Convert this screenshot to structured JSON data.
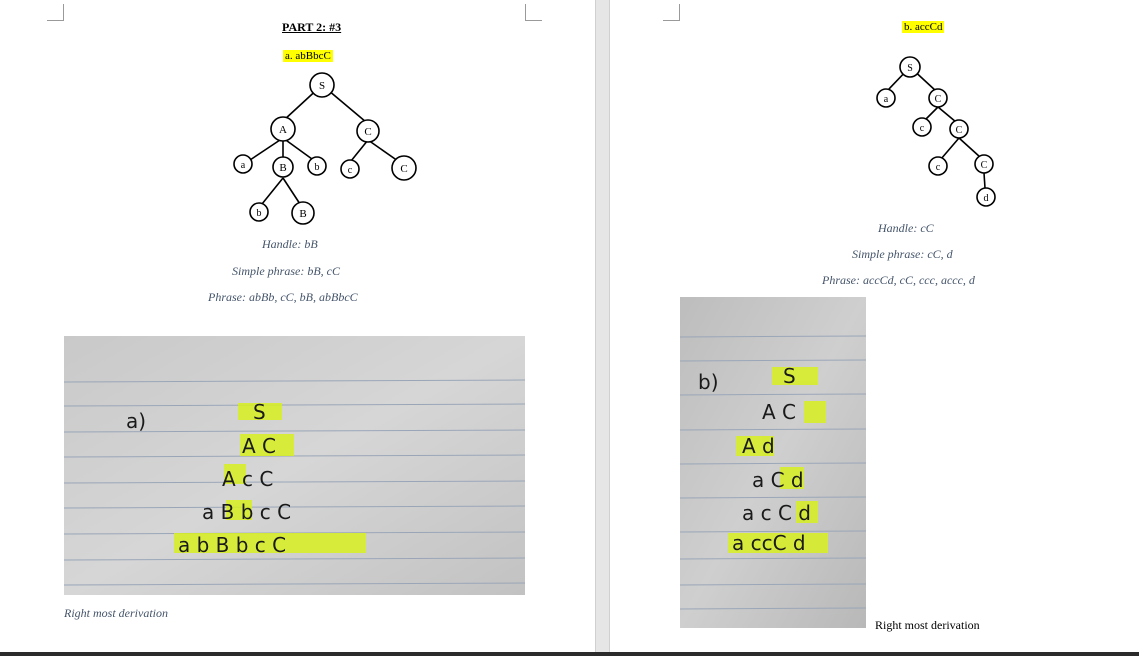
{
  "left_page": {
    "heading": "PART 2: #3",
    "item_label": "a.  abBbcC",
    "tree_nodes": [
      "S",
      "A",
      "C",
      "a",
      "B",
      "b",
      "c",
      "C",
      "b",
      "B"
    ],
    "handle": "Handle: bB",
    "simple_phrase": "Simple phrase: bB, cC",
    "phrase": "Phrase: abBb, cC, bB, abBbcC",
    "derivation": {
      "label": "a)",
      "lines": [
        "S",
        "A C",
        "A c C",
        "a B b c C",
        "a b B b c C"
      ]
    },
    "caption": "Right most derivation"
  },
  "right_page": {
    "item_label": "b.  accCd",
    "tree_nodes": [
      "S",
      "a",
      "C",
      "c",
      "C",
      "c",
      "C",
      "d"
    ],
    "handle": "Handle: cC",
    "simple_phrase": "Simple phrase: cC, d",
    "phrase": "Phrase: accCd, cC, ccc, accc, d",
    "derivation": {
      "label": "b)",
      "lines": [
        "S",
        "A C",
        "A d",
        "a C d",
        "a c C d",
        "a ccC d"
      ]
    },
    "caption": "Right most derivation"
  },
  "colors": {
    "highlight": "#ffff00",
    "marker": "#d8f020",
    "note_text": "#44546a",
    "paper_photo": "#cfcfcf"
  }
}
